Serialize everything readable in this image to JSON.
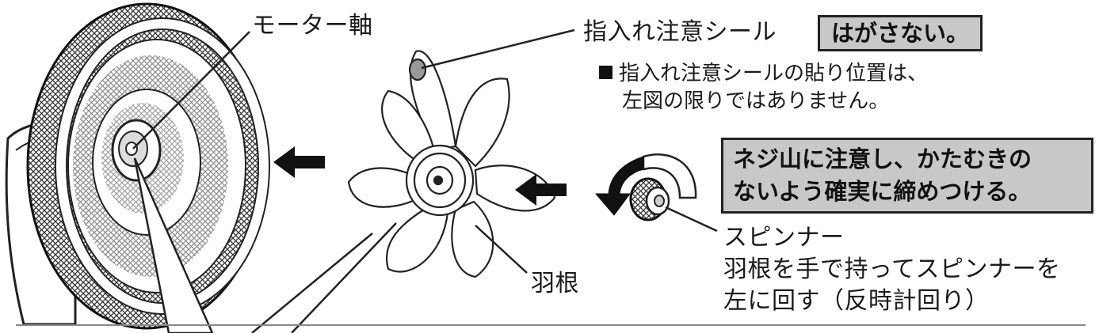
{
  "labels": {
    "motor_shaft": "モーター軸",
    "caution_seal": "指入れ注意シール",
    "blade": "羽根",
    "spinner": "スピンナー"
  },
  "callouts": {
    "do_not_peel": "はがさない。",
    "thread_warning_line1": "ネジ山に注意し、かたむきの",
    "thread_warning_line2": "ないよう確実に締めつける。"
  },
  "notes": {
    "seal_position_line1": "指入れ注意シールの貼り位置は、",
    "seal_position_line2": "左図の限りではありません。",
    "spinner_instruction_line1": "羽根を手で持ってスピンナーを",
    "spinner_instruction_line2": "左に回す（反時計回り）"
  },
  "icons": [
    "fan-guard-illustration",
    "fan-blade-illustration",
    "spinner-cap-illustration",
    "left-arrow-icon",
    "counterclockwise-arrow-icon",
    "black-square-bullet-icon"
  ],
  "colors": {
    "callout_fill": "#c8c8c8",
    "line": "#222222"
  }
}
